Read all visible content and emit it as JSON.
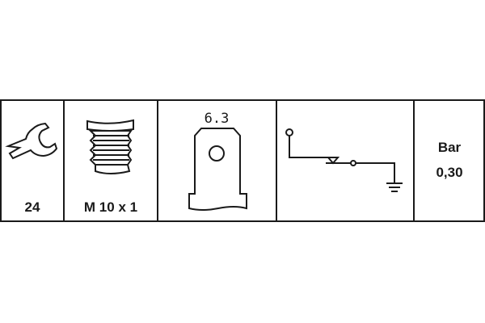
{
  "cells": {
    "wrench": {
      "icon": "wrench-icon",
      "value": "24"
    },
    "thread": {
      "icon": "thread-icon",
      "value": "M 10 x 1"
    },
    "terminal": {
      "icon": "flat-terminal-icon",
      "value": "6.3"
    },
    "circuit": {
      "icon": "normally-closed-switch-to-ground-icon"
    },
    "pressure": {
      "unit": "Bar",
      "value": "0,30"
    }
  }
}
